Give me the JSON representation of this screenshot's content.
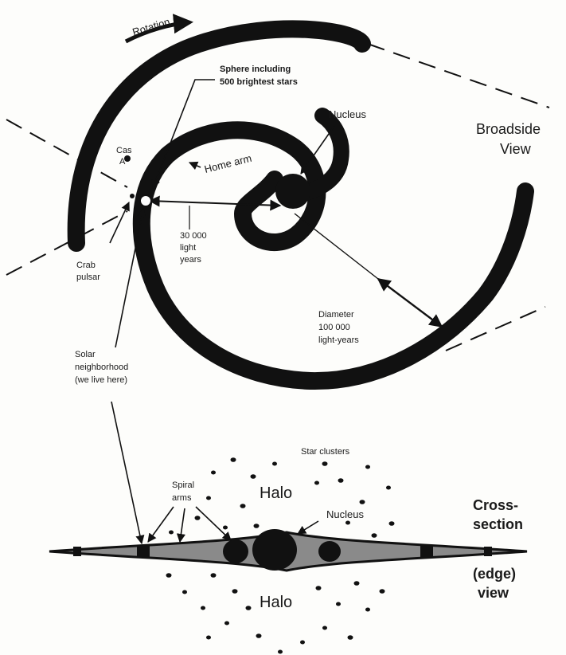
{
  "broadside": {
    "rotation_label": "Rotation",
    "sphere_label_line1": "Sphere including",
    "sphere_label_line2": "500 brightest stars",
    "nucleus_label": "Nucleus",
    "view_label_line1": "Broadside",
    "view_label_line2": "View",
    "cas_label_line1": "Cas",
    "cas_label_line2": "A",
    "home_arm_label": "Home arm",
    "distance_line1": "30 000",
    "distance_line2": "light",
    "distance_line3": "years",
    "crab_line1": "Crab",
    "crab_line2": "pulsar",
    "diameter_line1": "Diameter",
    "diameter_line2": "100 000",
    "diameter_line3": "light-years",
    "solar_line1": "Solar",
    "solar_line2": "neighborhood",
    "solar_line3": "(we live here)"
  },
  "cross_section": {
    "star_clusters_label": "Star clusters",
    "spiral_arms_line1": "Spiral",
    "spiral_arms_line2": "arms",
    "halo_top_label": "Halo",
    "nucleus_label": "Nucleus",
    "halo_bottom_label": "Halo",
    "view_line1": "Cross-",
    "view_line2": "section",
    "view_line3": "(edge)",
    "view_line4": "view"
  },
  "colors": {
    "ink": "#111111",
    "disk_gray": "#8a8a8a",
    "paper": "#fdfdfb"
  }
}
